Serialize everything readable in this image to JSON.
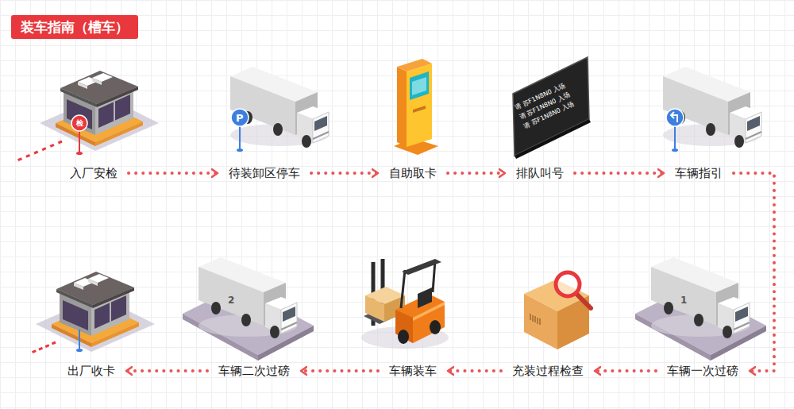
{
  "diagram": {
    "title": "装车指南（槽车）",
    "nodes": [
      {
        "text": [
          "入厂安检"
        ]
      },
      {
        "text": [
          "待装卸区停车"
        ]
      },
      {
        "text": [
          "自助取卡"
        ]
      },
      {
        "text": [
          "排队叫号"
        ]
      },
      {
        "text": [
          "车辆指引"
        ]
      },
      {
        "text": [
          "车辆一次过磅"
        ]
      },
      {
        "text": [
          "充装过程检查"
        ]
      },
      {
        "text": [
          "车辆装车"
        ]
      },
      {
        "text": [
          "车辆二次过磅"
        ]
      },
      {
        "text": [
          "出厂收卡"
        ]
      }
    ],
    "edges": [
      {
        "from": 0,
        "to": 1,
        "arrow": "to"
      },
      {
        "from": 1,
        "to": 2,
        "arrow": "to"
      },
      {
        "from": 2,
        "to": 3,
        "arrow": "to"
      },
      {
        "from": 3,
        "to": 4,
        "arrow": "to"
      },
      {
        "from": 4,
        "to": 5,
        "arrow": "to"
      },
      {
        "from": 5,
        "to": 6,
        "arrow": "to"
      },
      {
        "from": 6,
        "to": 7,
        "arrow": "to"
      },
      {
        "from": 7,
        "to": 8,
        "arrow": "to"
      },
      {
        "from": 8,
        "to": 9,
        "arrow": "to"
      }
    ],
    "labels": [
      "检",
      "P",
      "请 苏F1N8N0 入场",
      "请 苏F1N8N0 入场",
      "请 苏F1N8N0 入场",
      "1",
      "2"
    ]
  }
}
